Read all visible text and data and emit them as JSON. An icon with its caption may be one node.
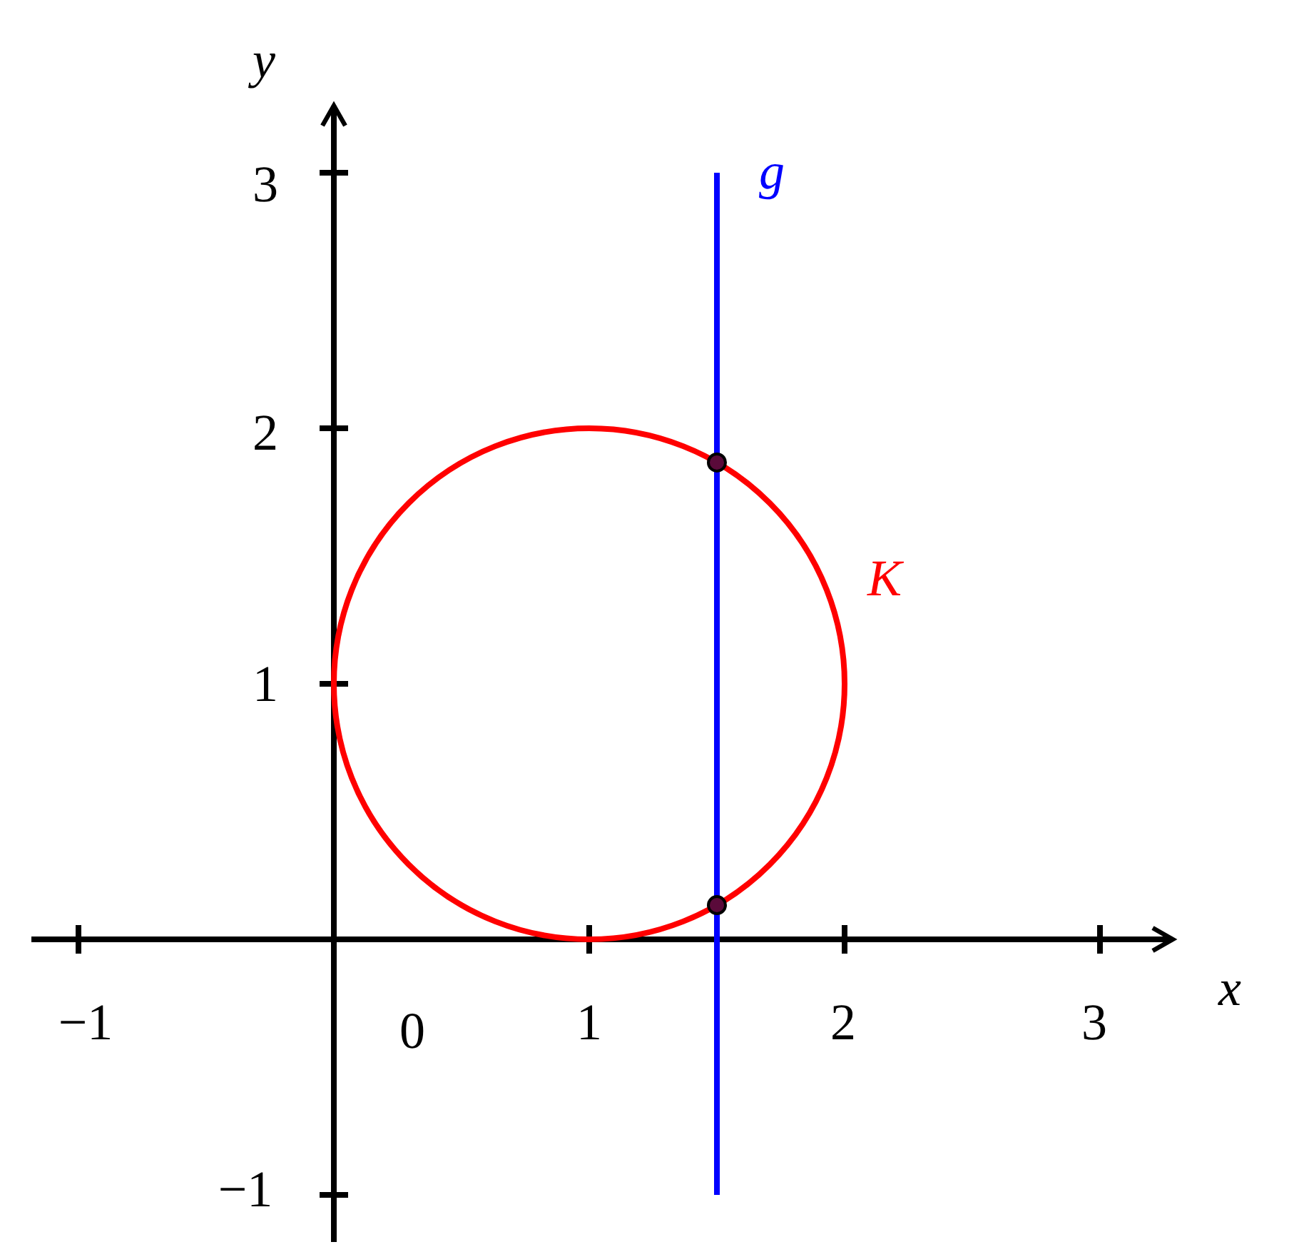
{
  "diagram": {
    "labels": [
      "y",
      "3",
      "g",
      "2",
      "K",
      "1",
      "x",
      "−1",
      "0",
      "1",
      "2",
      "3",
      "−1"
    ]
  }
}
